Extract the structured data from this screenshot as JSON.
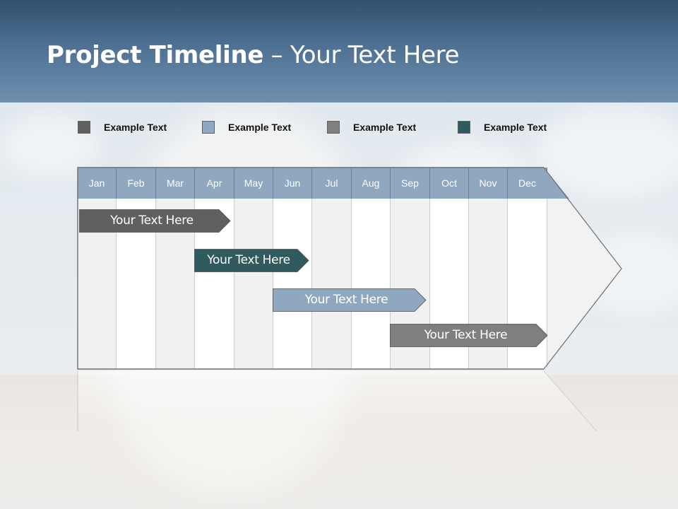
{
  "title": {
    "bold": "Project Timeline",
    "rest": " – Your Text Here"
  },
  "legend": [
    {
      "label": "Example Text",
      "color": "#606060"
    },
    {
      "label": "Example Text",
      "color": "#8fa8bf"
    },
    {
      "label": "Example Text",
      "color": "#7f7f7f"
    },
    {
      "label": "Example Text",
      "color": "#2f5a5e"
    }
  ],
  "months": [
    "Jan",
    "Feb",
    "Mar",
    "Apr",
    "May",
    "Jun",
    "Jul",
    "Aug",
    "Sep",
    "Oct",
    "Nov",
    "Dec"
  ],
  "bars": [
    {
      "label": "Your  Text Here",
      "color": "#606060",
      "start_month": 0.0,
      "end_month": 3.9
    },
    {
      "label": "Your  Text Here",
      "color": "#2f5a5e",
      "start_month": 2.95,
      "end_month": 5.9
    },
    {
      "label": "Your  Text Here",
      "color": "#8fa8bf",
      "start_month": 4.95,
      "end_month": 8.9
    },
    {
      "label": "Your  Text Here",
      "color": "#7f7f7f",
      "start_month": 7.95,
      "end_month": 12.0
    }
  ],
  "colors": {
    "header_cell": "#8fa8bf",
    "col_shade": "#f1f1f1",
    "col_white": "#ffffff"
  }
}
